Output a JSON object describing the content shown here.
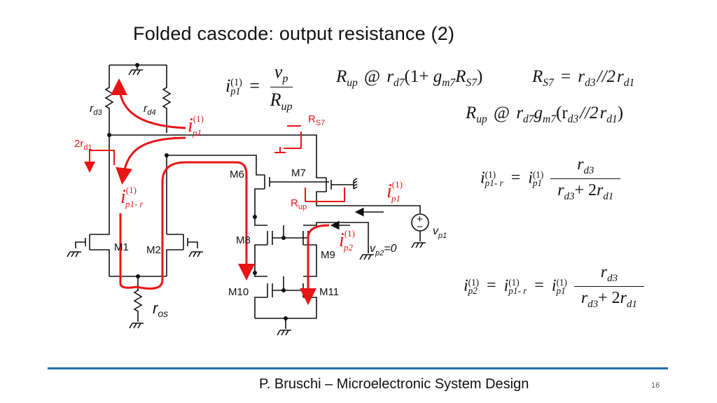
{
  "slide": {
    "title": "Folded cascode: output resistance (2)",
    "footer": "P. Bruschi – Microelectronic System Design",
    "page_number": "16",
    "accent_color": "#1f6fb2",
    "annotation_color": "#e81416"
  },
  "equations": {
    "eq1": {
      "lhs_var": "i",
      "lhs_sup": "(1)",
      "lhs_sub": "p1",
      "op": "=",
      "num": "v",
      "num_sub": "p",
      "den": "R",
      "den_sub": "up"
    },
    "eq2": {
      "text_parts": [
        "R",
        "up",
        "@",
        "r",
        "d7",
        "(1+",
        "g",
        "m7",
        "R",
        "S7",
        ")"
      ]
    },
    "eq3": {
      "text_parts": [
        "R",
        "S7",
        "=",
        "r",
        "d3",
        "//2",
        "r",
        "d1"
      ]
    },
    "eq4": {
      "text_parts": [
        "R",
        "up",
        "@",
        "r",
        "d7",
        "g",
        "m7",
        "(r",
        "d3",
        "//2",
        "r",
        "d1",
        ")"
      ]
    },
    "eq5": {
      "lhs_sub": "p1- r",
      "rhs_sub": "p1",
      "num": "r",
      "num_sub": "d3",
      "den_a": "r",
      "den_a_sub": "d3",
      "den_plus": "+ 2",
      "den_b": "r",
      "den_b_sub": "d1"
    },
    "eq6": {
      "lhs_sub": "p2",
      "mid_sub": "p1- r",
      "rhs_sub": "p1",
      "num": "r",
      "num_sub": "d3",
      "den_a": "r",
      "den_a_sub": "d3",
      "den_plus": "+ 2",
      "den_b": "r",
      "den_b_sub": "d1"
    },
    "sup": "(1)",
    "i": "i",
    "eq": "="
  },
  "circuit": {
    "labels": {
      "rd3": "r",
      "rd3_sub": "d3",
      "rd4": "r",
      "rd4_sub": "d4",
      "two_rd1": "2r",
      "two_rd1_sub": "d1",
      "rs7": "R",
      "rs7_sub": "S7",
      "rup": "R",
      "rup_sub": "up",
      "ros": "r",
      "ros_sub": "os",
      "m1": "M1",
      "m2": "M2",
      "m6": "M6",
      "m7": "M7",
      "m8": "M8",
      "m9": "M9",
      "m10": "M10",
      "m11": "M11",
      "vp1": "v",
      "vp1_sub": "p1",
      "vp2": "v",
      "vp2_sub": "p2",
      "vp2_val": "=0",
      "ip1_a": "i",
      "ip1_a_sup": "(1)",
      "ip1_a_sub": "p1",
      "ip1_b": "i",
      "ip1_b_sup": "(1)",
      "ip1_b_sub": "p1",
      "ip1r": "i",
      "ip1r_sup": "(1)",
      "ip1r_sub": "p1- r",
      "ip2": "i",
      "ip2_sup": "(1)",
      "ip2_sub": "p2",
      "plus": "+",
      "minus": "−"
    }
  }
}
